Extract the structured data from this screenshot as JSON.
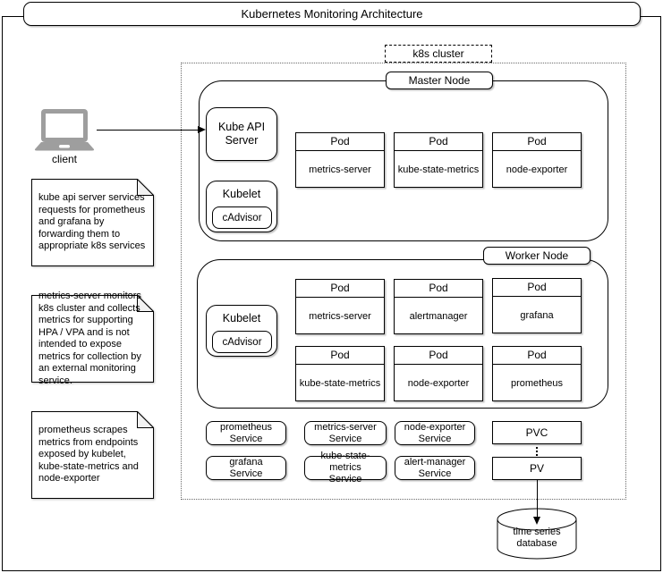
{
  "title": "Kubernetes Monitoring Architecture",
  "client": {
    "label": "client"
  },
  "notes": [
    {
      "text": "kube api server services requests for prometheus and grafana by forwarding them to appropriate k8s services"
    },
    {
      "text": "metrics-server monitors k8s cluster and collects metrics for supporting HPA / VPA and is not intended to expose metrics for collection by an external monitoring service."
    },
    {
      "text": "prometheus scrapes metrics from endpoints exposed by kubelet, kube-state-metrics and node-exporter"
    }
  ],
  "cluster": {
    "label": "k8s cluster",
    "master": {
      "label": "Master Node",
      "api_server": "Kube API\nServer",
      "kubelet": "Kubelet",
      "cadvisor": "cAdvisor",
      "pods": [
        {
          "header": "Pod",
          "name": "metrics-server"
        },
        {
          "header": "Pod",
          "name": "kube-state-metrics"
        },
        {
          "header": "Pod",
          "name": "node-exporter"
        }
      ]
    },
    "worker": {
      "label": "Worker Node",
      "kubelet": "Kubelet",
      "cadvisor": "cAdvisor",
      "pods": [
        {
          "header": "Pod",
          "name": "metrics-server"
        },
        {
          "header": "Pod",
          "name": "alertmanager"
        },
        {
          "header": "Pod",
          "name": "grafana"
        },
        {
          "header": "Pod",
          "name": "kube-state-metrics"
        },
        {
          "header": "Pod",
          "name": "node-exporter"
        },
        {
          "header": "Pod",
          "name": "prometheus"
        }
      ]
    },
    "services": [
      {
        "label": "prometheus\nService"
      },
      {
        "label": "metrics-server\nService"
      },
      {
        "label": "node-exporter\nService"
      },
      {
        "label": "grafana\nService"
      },
      {
        "label": "kube-state-metrics\nService"
      },
      {
        "label": "alert-manager\nService"
      }
    ],
    "storage": {
      "pvc": "PVC",
      "pv": "PV"
    }
  },
  "database": {
    "label": "time series\ndatabase"
  }
}
